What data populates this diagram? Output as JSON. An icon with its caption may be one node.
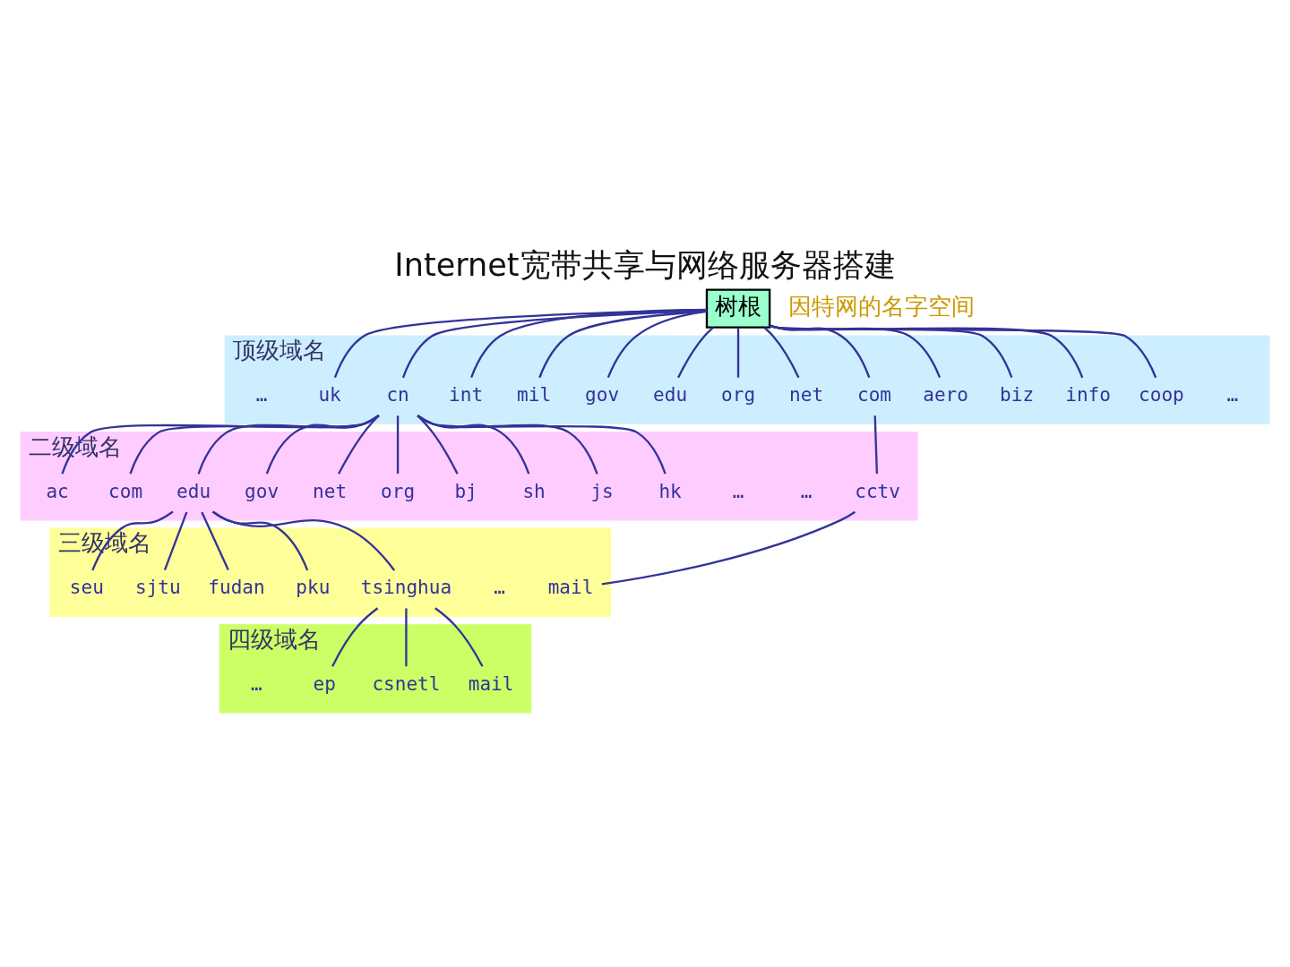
{
  "diagram": {
    "title": "Internet宽带共享与网络服务器搭建",
    "nodes": [
      {
        "text": [
          "树根"
        ]
      },
      {
        "text": [
          "顶级域名"
        ]
      },
      {
        "text": [
          "二级域名"
        ]
      },
      {
        "text": [
          "三级域名"
        ]
      },
      {
        "text": [
          "四级域名"
        ]
      },
      {
        "text": [
          "…"
        ],
        "in": 1
      },
      {
        "text": [
          "coop"
        ],
        "in": 1
      },
      {
        "text": [
          "info"
        ],
        "in": 1
      },
      {
        "text": [
          "biz"
        ],
        "in": 1
      },
      {
        "text": [
          "aero"
        ],
        "in": 1
      },
      {
        "text": [
          "com"
        ],
        "in": 1
      },
      {
        "text": [
          "net"
        ],
        "in": 1
      },
      {
        "text": [
          "org"
        ],
        "in": 1
      },
      {
        "text": [
          "edu"
        ],
        "in": 1
      },
      {
        "text": [
          "gov"
        ],
        "in": 1
      },
      {
        "text": [
          "mil"
        ],
        "in": 1
      },
      {
        "text": [
          "int"
        ],
        "in": 1
      },
      {
        "text": [
          "cn"
        ],
        "in": 1
      },
      {
        "text": [
          "uk"
        ],
        "in": 1
      },
      {
        "text": [
          "…"
        ],
        "in": 1
      },
      {
        "text": [
          "cctv"
        ],
        "in": 2
      },
      {
        "text": [
          "…"
        ],
        "in": 2
      },
      {
        "text": [
          "…"
        ],
        "in": 2
      },
      {
        "text": [
          "hk"
        ],
        "in": 2
      },
      {
        "text": [
          "js"
        ],
        "in": 2
      },
      {
        "text": [
          "sh"
        ],
        "in": 2
      },
      {
        "text": [
          "bj"
        ],
        "in": 2
      },
      {
        "text": [
          "org"
        ],
        "in": 2
      },
      {
        "text": [
          "net"
        ],
        "in": 2
      },
      {
        "text": [
          "gov"
        ],
        "in": 2
      },
      {
        "text": [
          "edu"
        ],
        "in": 2
      },
      {
        "text": [
          "com"
        ],
        "in": 2
      },
      {
        "text": [
          "ac"
        ],
        "in": 2
      },
      {
        "text": [
          "mail"
        ],
        "in": 3
      },
      {
        "text": [
          "…"
        ],
        "in": 3
      },
      {
        "text": [
          "tsinghua"
        ],
        "in": 3
      },
      {
        "text": [
          "pku"
        ],
        "in": 3
      },
      {
        "text": [
          "fudan"
        ],
        "in": 3
      },
      {
        "text": [
          "sjtu"
        ],
        "in": 3
      },
      {
        "text": [
          "seu"
        ],
        "in": 3
      },
      {
        "text": [
          "mail"
        ],
        "in": 4
      },
      {
        "text": [
          "csnetl"
        ],
        "in": 4
      },
      {
        "text": [
          "ep"
        ],
        "in": 4
      },
      {
        "text": [
          "…"
        ],
        "in": 4
      }
    ],
    "edges": [
      {
        "from": 0,
        "to": 6,
        "arrow": "none"
      },
      {
        "from": 0,
        "to": 7,
        "arrow": "none"
      },
      {
        "from": 0,
        "to": 8,
        "arrow": "none"
      },
      {
        "from": 0,
        "to": 9,
        "arrow": "none"
      },
      {
        "from": 0,
        "to": 10,
        "arrow": "none"
      },
      {
        "from": 0,
        "to": 11,
        "arrow": "none"
      },
      {
        "from": 0,
        "to": 12,
        "arrow": "none"
      },
      {
        "from": 0,
        "to": 13,
        "arrow": "none"
      },
      {
        "from": 0,
        "to": 14,
        "arrow": "none"
      },
      {
        "from": 0,
        "to": 15,
        "arrow": "none"
      },
      {
        "from": 0,
        "to": 16,
        "arrow": "none"
      },
      {
        "from": 0,
        "to": 17,
        "arrow": "none"
      },
      {
        "from": 0,
        "to": 18,
        "arrow": "none"
      },
      {
        "from": 10,
        "to": 20,
        "arrow": "none"
      },
      {
        "from": 17,
        "to": 23,
        "arrow": "none"
      },
      {
        "from": 17,
        "to": 24,
        "arrow": "none"
      },
      {
        "from": 17,
        "to": 25,
        "arrow": "none"
      },
      {
        "from": 17,
        "to": 26,
        "arrow": "none"
      },
      {
        "from": 17,
        "to": 27,
        "arrow": "none"
      },
      {
        "from": 17,
        "to": 28,
        "arrow": "none"
      },
      {
        "from": 17,
        "to": 29,
        "arrow": "none"
      },
      {
        "from": 17,
        "to": 30,
        "arrow": "none"
      },
      {
        "from": 17,
        "to": 31,
        "arrow": "none"
      },
      {
        "from": 17,
        "to": 32,
        "arrow": "none"
      },
      {
        "from": 20,
        "to": 33,
        "arrow": "none"
      },
      {
        "from": 30,
        "to": 35,
        "arrow": "none"
      },
      {
        "from": 30,
        "to": 36,
        "arrow": "none"
      },
      {
        "from": 30,
        "to": 37,
        "arrow": "none"
      },
      {
        "from": 30,
        "to": 38,
        "arrow": "none"
      },
      {
        "from": 30,
        "to": 39,
        "arrow": "none"
      },
      {
        "from": 35,
        "to": 40,
        "arrow": "none"
      },
      {
        "from": 35,
        "to": 41,
        "arrow": "none"
      },
      {
        "from": 35,
        "to": 42,
        "arrow": "none"
      }
    ],
    "labels": [
      "因特网的名字空间"
    ]
  }
}
